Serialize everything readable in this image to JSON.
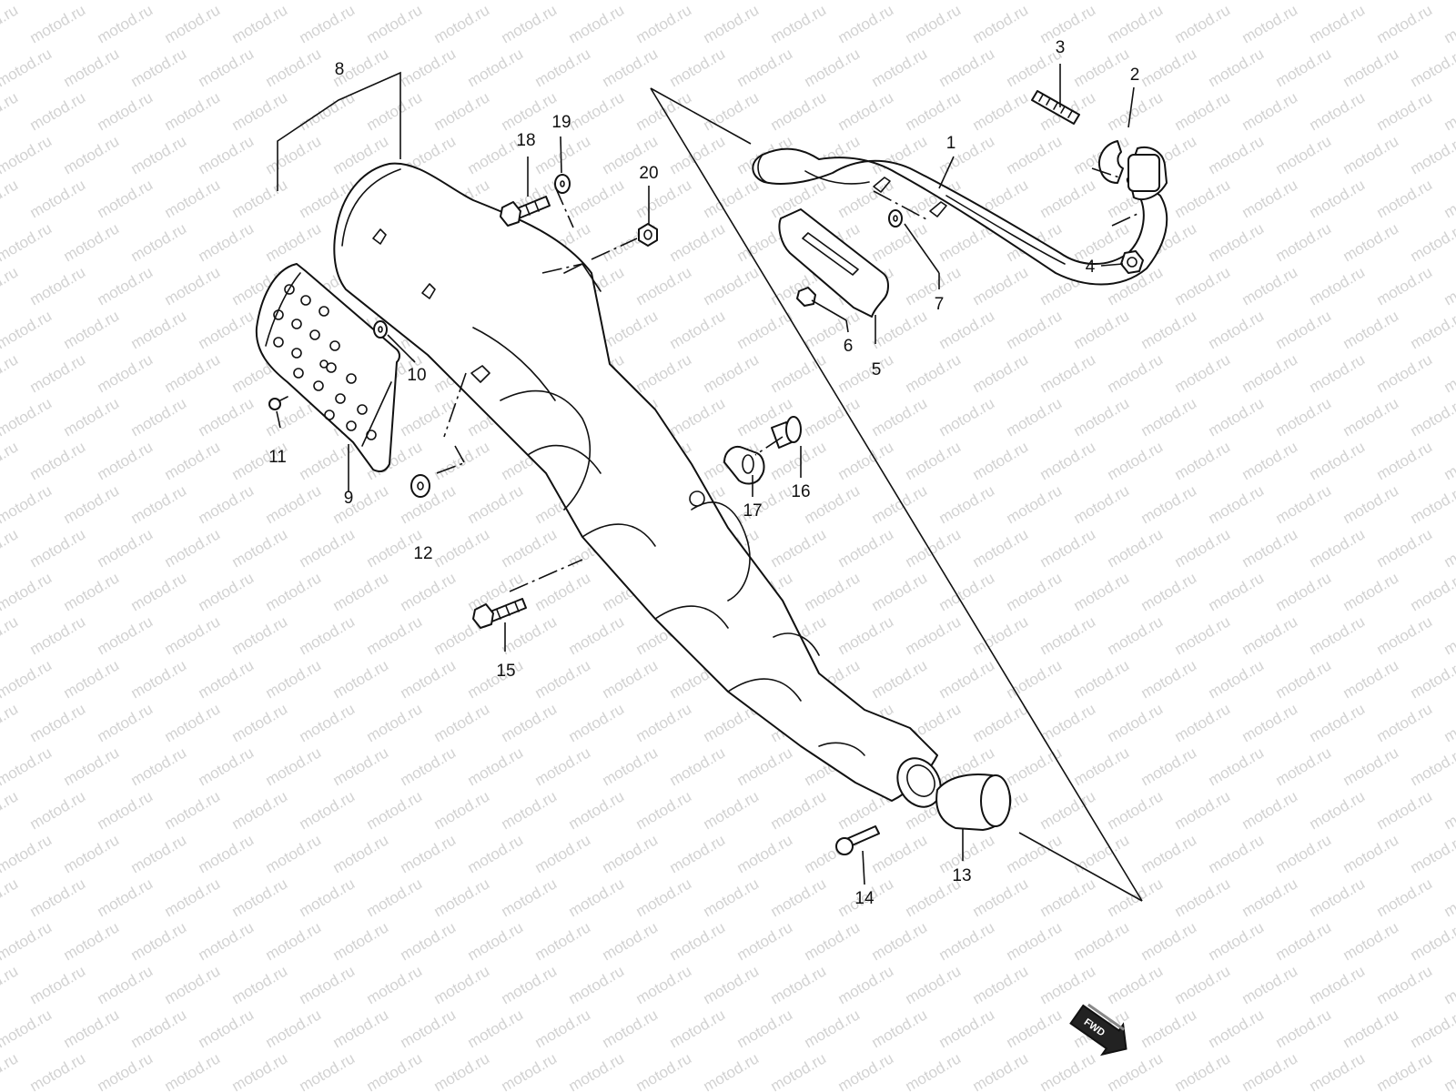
{
  "watermark": {
    "text": "motod.ru"
  },
  "diagram": {
    "callouts": [
      "1",
      "2",
      "3",
      "4",
      "5",
      "6",
      "7",
      "8",
      "9",
      "10",
      "11",
      "12",
      "13",
      "14",
      "15",
      "16",
      "17",
      "18",
      "19",
      "20"
    ],
    "direction_badge": "FWD"
  },
  "colors": {
    "line": "#111111",
    "background": "#ffffff",
    "watermark": "#d2d2d2"
  }
}
